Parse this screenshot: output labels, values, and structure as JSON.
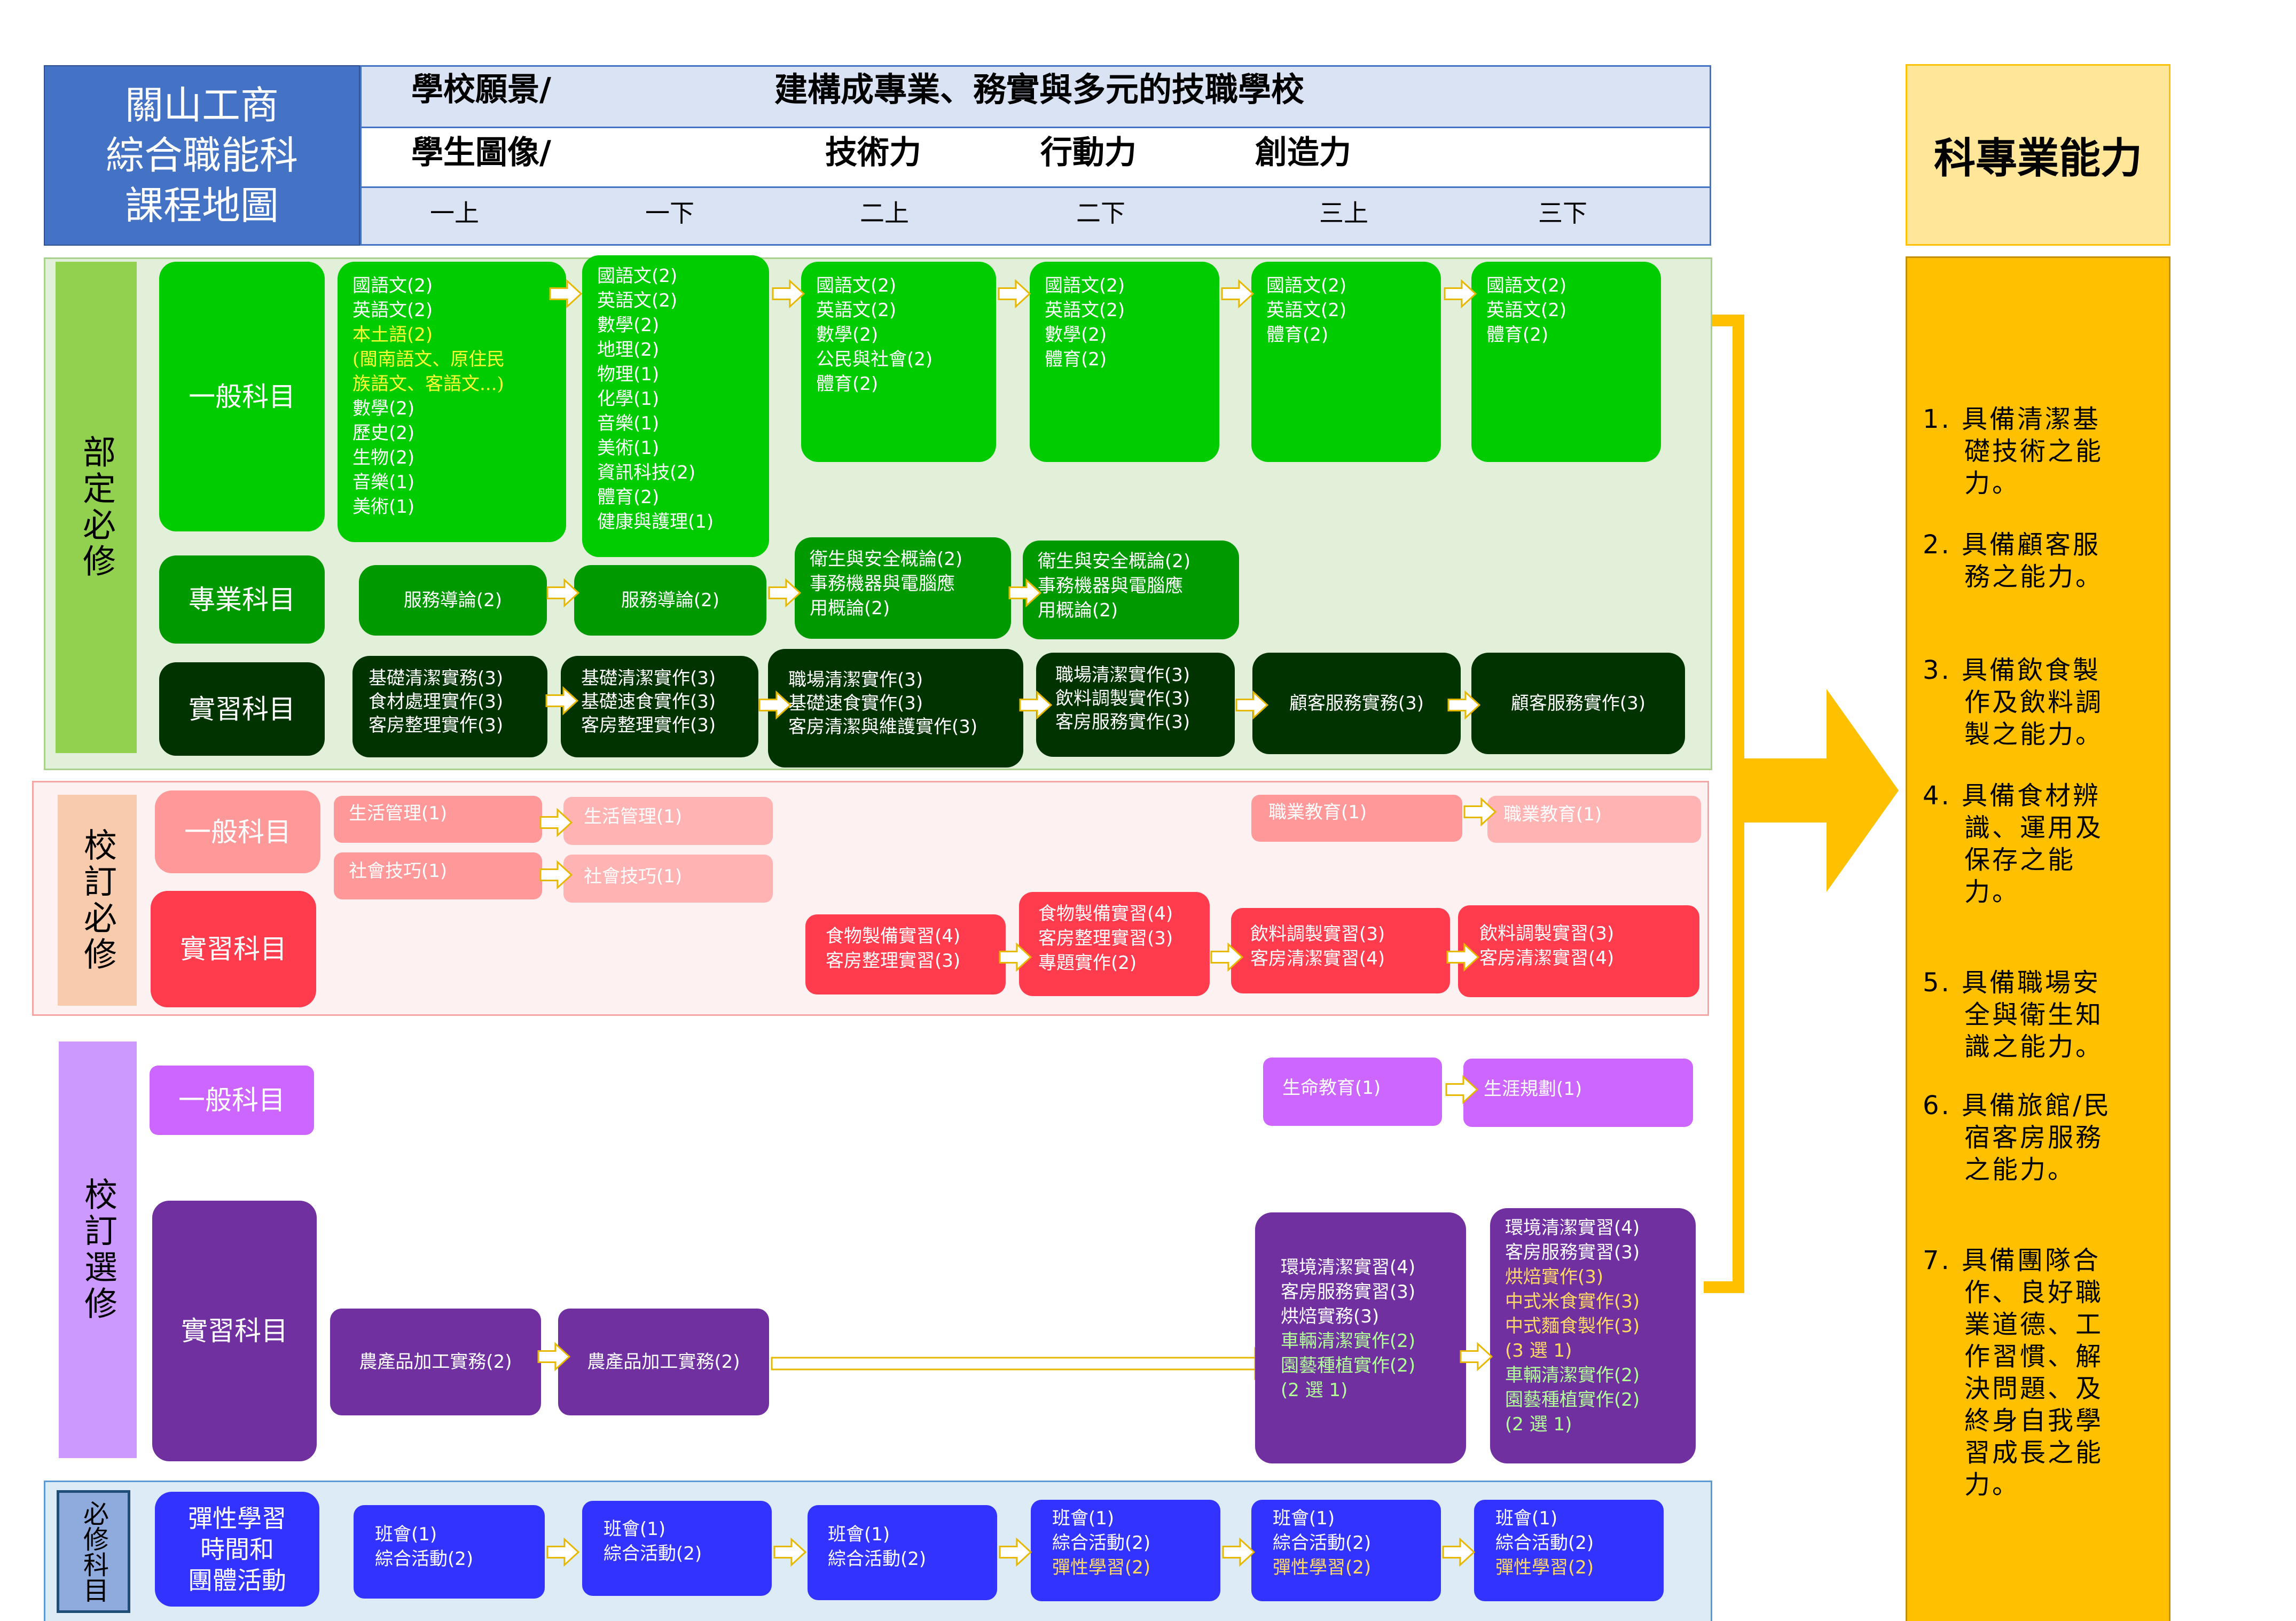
{
  "header": {
    "school_title": [
      "關山工商",
      "綜合職能科",
      "課程地圖"
    ],
    "vision_label": "學校願景/",
    "vision_text": "建構成專業、務實與多元的技職學校",
    "portrait_label": "學生圖像/",
    "portrait_items": [
      "技術力",
      "行動力",
      "創造力"
    ],
    "semesters": [
      "一上",
      "一下",
      "二上",
      "二下",
      "三上",
      "三下"
    ]
  },
  "sections": {
    "required_dept": "部定必修",
    "school_required": "校訂必修",
    "school_elective": "校訂選修",
    "mandatory_flex": "必修科目"
  },
  "row_labels": {
    "general": "一般科目",
    "professional": "專業科目",
    "practice": "實習科目",
    "general2": "一般科目",
    "practice2": "實習科目",
    "general3": "一般科目",
    "practice3": "實習科目",
    "flex": [
      "彈性學習",
      "時間和",
      "團體活動"
    ]
  },
  "courses": {
    "dept_general": [
      [
        "國語文(2)",
        "英語文(2)",
        "本土語(2)",
        "(閩南語文、原住民",
        "族語文、客語文...)",
        "數學(2)",
        "歷史(2)",
        "生物(2)",
        "音樂(1)",
        "美術(1)"
      ],
      [
        "國語文(2)",
        "英語文(2)",
        "數學(2)",
        "地理(2)",
        "物理(1)",
        "化學(1)",
        "音樂(1)",
        "美術(1)",
        "資訊科技(2)",
        "體育(2)",
        "健康與護理(1)"
      ],
      [
        "國語文(2)",
        "英語文(2)",
        "數學(2)",
        "公民與社會(2)",
        "體育(2)"
      ],
      [
        "國語文(2)",
        "英語文(2)",
        "數學(2)",
        "體育(2)"
      ],
      [
        "國語文(2)",
        "英語文(2)",
        "體育(2)"
      ],
      [
        "國語文(2)",
        "英語文(2)",
        "體育(2)"
      ]
    ],
    "dept_professional": [
      [
        "服務導論(2)"
      ],
      [
        "服務導論(2)"
      ],
      [
        "衛生與安全概論(2)",
        "事務機器與電腦應",
        "用概論(2)"
      ],
      [
        "衛生與安全概論(2)",
        "事務機器與電腦應",
        "用概論(2)"
      ]
    ],
    "dept_practice": [
      [
        "基礎清潔實務(3)",
        "食材處理實作(3)",
        "客房整理實作(3)"
      ],
      [
        "基礎清潔實作(3)",
        "基礎速食實作(3)",
        "客房整理實作(3)"
      ],
      [
        "職場清潔實作(3)",
        "基礎速食實作(3)",
        "客房清潔與維護實作(3)"
      ],
      [
        "職場清潔實作(3)",
        "飲料調製實作(3)",
        "客房服務實作(3)"
      ],
      [
        "顧客服務實務(3)"
      ],
      [
        "顧客服務實作(3)"
      ]
    ],
    "school_general": {
      "life1": "生活管理(1)",
      "life2": "生活管理(1)",
      "social1": "社會技巧(1)",
      "social2": "社會技巧(1)",
      "career1": "職業教育(1)",
      "career2": "職業教育(1)"
    },
    "school_practice": [
      [
        "食物製備實習(4)",
        "客房整理實習(3)"
      ],
      [
        "食物製備實習(4)",
        "客房整理實習(3)",
        "專題實作(2)"
      ],
      [
        "飲料調製實習(3)",
        "客房清潔實習(4)"
      ],
      [
        "飲料調製實習(3)",
        "客房清潔實習(4)"
      ]
    ],
    "elective_general": [
      "生命教育(1)",
      "生涯規劃(1)"
    ],
    "elective_practice_1": "農產品加工實務(2)",
    "elective_practice_2": "農產品加工實務(2)",
    "elective_practice_5": {
      "white": [
        "環境清潔實習(4)",
        "客房服務實習(3)",
        "烘焙實務(3)"
      ],
      "green": [
        "車輛清潔實作(2)",
        "園藝種植實作(2)",
        "(2 選 1)"
      ]
    },
    "elective_practice_6": {
      "white": [
        "環境清潔實習(4)",
        "客房服務實習(3)"
      ],
      "yellow": [
        "烘焙實作(3)",
        "中式米食實作(3)",
        "中式麵食製作(3)",
        "(3 選 1)"
      ],
      "green": [
        "車輛清潔實作(2)",
        "園藝種植實作(2)",
        "(2 選 1)"
      ]
    },
    "flex": [
      {
        "white": [
          "班會(1)",
          "綜合活動(2)"
        ],
        "yellow": []
      },
      {
        "white": [
          "班會(1)",
          "綜合活動(2)"
        ],
        "yellow": []
      },
      {
        "white": [
          "班會(1)",
          "綜合活動(2)"
        ],
        "yellow": []
      },
      {
        "white": [
          "班會(1)",
          "綜合活動(2)"
        ],
        "yellow": [
          "彈性學習(2)"
        ]
      },
      {
        "white": [
          "班會(1)",
          "綜合活動(2)"
        ],
        "yellow": [
          "彈性學習(2)"
        ]
      },
      {
        "white": [
          "班會(1)",
          "綜合活動(2)"
        ],
        "yellow": [
          "彈性學習(2)"
        ]
      }
    ]
  },
  "abilities": {
    "title": "科專業能力",
    "items": [
      [
        "1. 具備清潔基",
        "礎技術之能",
        "力。"
      ],
      [
        "2. 具備顧客服",
        "務之能力。"
      ],
      [
        "3. 具備飲食製",
        "作及飲料調",
        "製之能力。"
      ],
      [
        "4. 具備食材辨",
        "識、運用及",
        "保存之能",
        "力。"
      ],
      [
        "5. 具備職場安",
        "全與衛生知",
        "識之能力。"
      ],
      [
        "6. 具備旅館/民",
        "宿客房服務",
        "之能力。"
      ],
      [
        "7. 具備團隊合",
        "作、良好職",
        "業道德、工",
        "作習慣、解",
        "決問題、及",
        "終身自我學",
        "習成長之能",
        "力。"
      ]
    ]
  },
  "colors": {
    "header_blue": "#4472c4",
    "header_light": "#dae3f3",
    "dept_bg": "#e2efd9",
    "school_req_bg": "#fdf1f1",
    "flex_bg": "#ddebf7",
    "ability_yellow": "#ffc000",
    "ability_title_bg": "#ffe699",
    "arrow_yellow": "#ffc000"
  }
}
